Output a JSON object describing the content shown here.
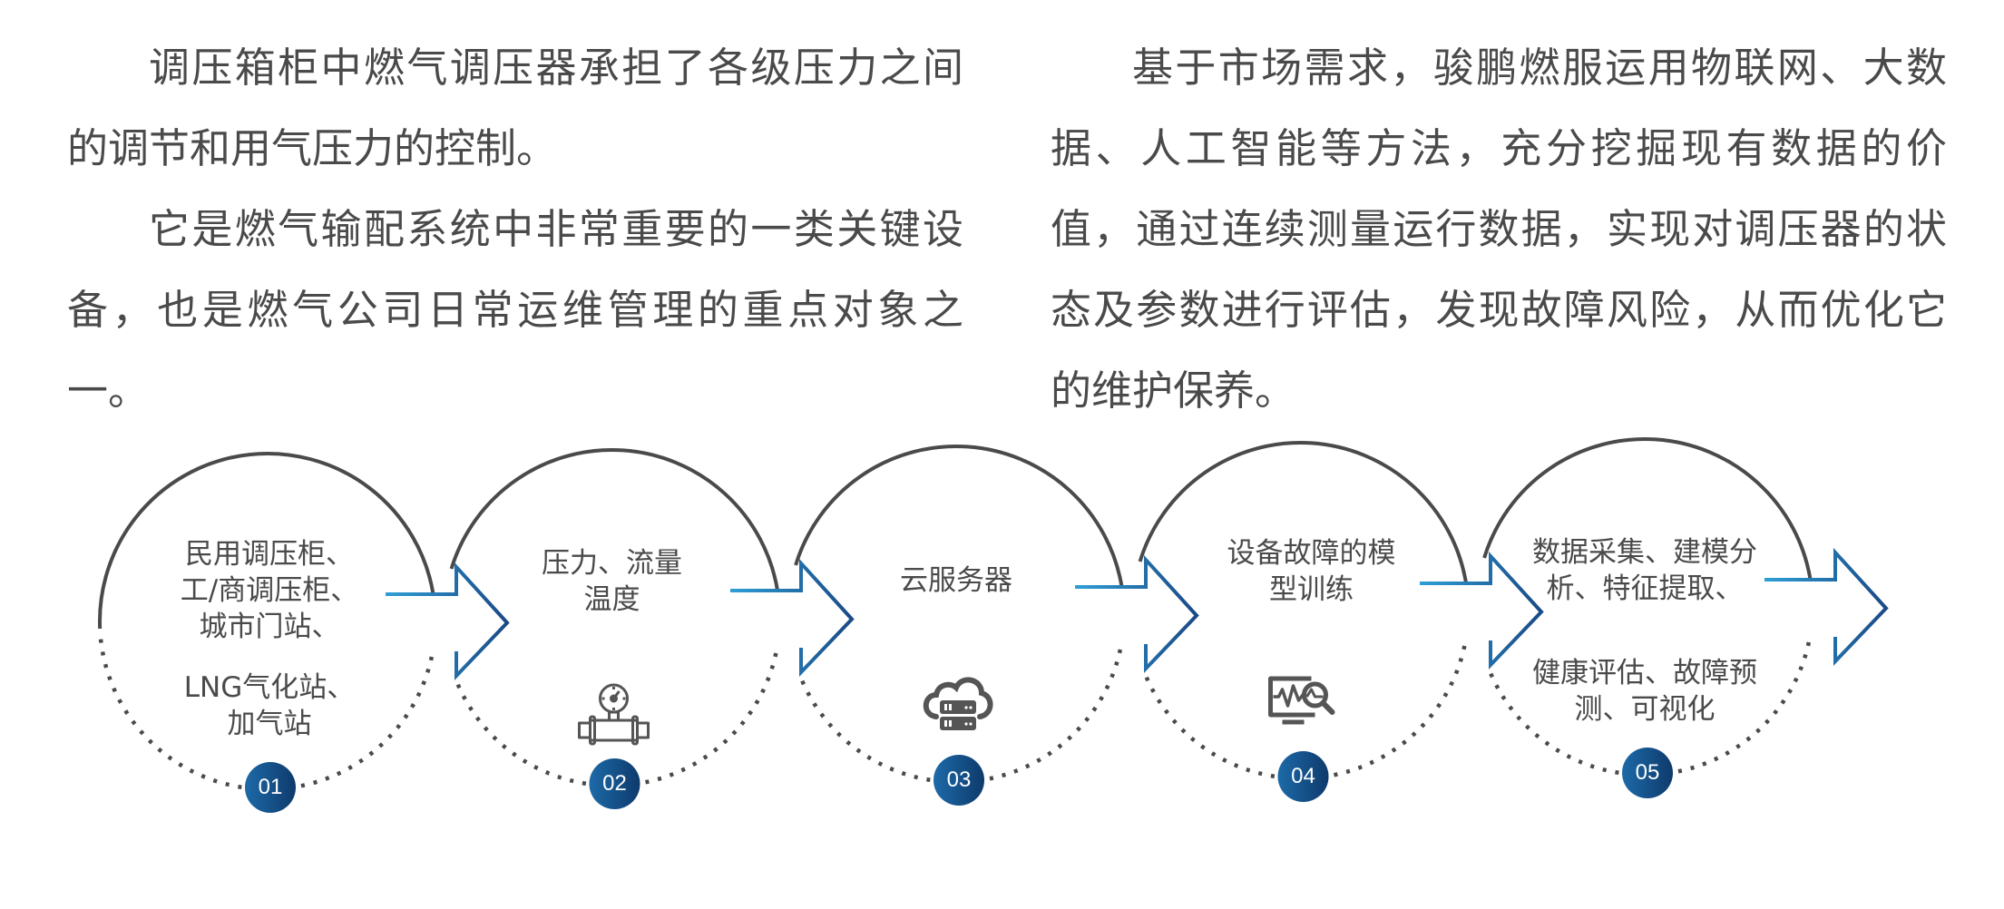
{
  "intro": {
    "left_paragraphs": [
      "调压箱柜中燃气调压器承担了各级压力之间的调节和用气压力的控制。",
      "它是燃气输配系统中非常重要的一类关键设备，也是燃气公司日常运维管理的重点对象之一。"
    ],
    "right_paragraphs": [
      "基于市场需求，骏鹏燃服运用物联网、大数据、人工智能等方法，充分挖掘现有数据的价值，通过连续测量运行数据，实现对调压器的状态及参数进行评估，发现故障风险，从而优化它的维护保养。"
    ]
  },
  "process": {
    "colors": {
      "arc": "#4a4a4a",
      "arrow_dark": "#1a4a86",
      "arrow_light": "#2f9fd6",
      "arrow_teal": "#0f6f8f",
      "badge_light": "#1d6aa8",
      "badge_dark": "#0e3a6c",
      "icon": "#555555"
    },
    "steps": [
      {
        "number": "01",
        "upper_text": "民用调压柜、\n工/商调压柜、\n城市门站、",
        "lower_text": "LNG气化站、\n加气站",
        "icon": "none"
      },
      {
        "number": "02",
        "upper_text": "压力、流量\n温度",
        "lower_text": "",
        "icon": "pressure-gauge-pipe-icon"
      },
      {
        "number": "03",
        "upper_text": "云服务器",
        "lower_text": "",
        "icon": "cloud-server-icon"
      },
      {
        "number": "04",
        "upper_text": "设备故障的模\n型训练",
        "lower_text": "",
        "icon": "monitor-analysis-icon"
      },
      {
        "number": "05",
        "upper_text": "数据采集、建模分\n析、特征提取、",
        "lower_text": "健康评估、故障预\n测、可视化",
        "icon": "none"
      }
    ]
  }
}
